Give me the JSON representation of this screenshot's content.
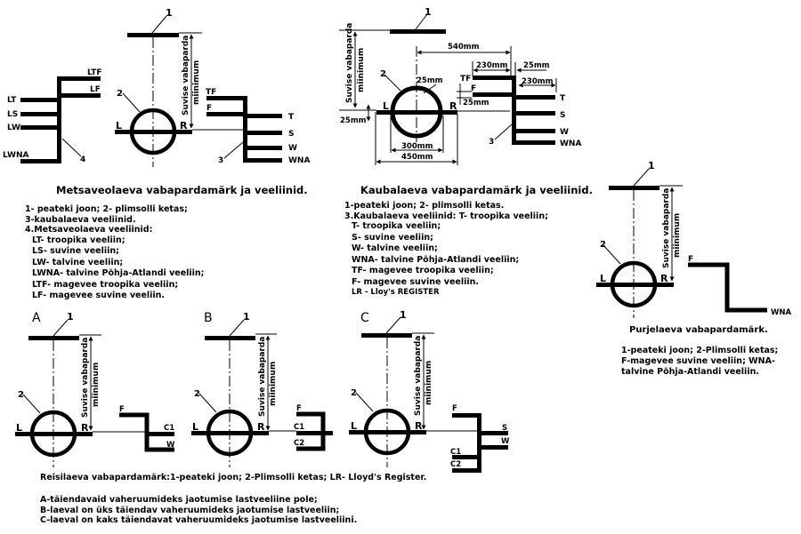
{
  "diagrams": {
    "metsaveo": {
      "top_label": "1",
      "disc_label": "2",
      "left_letter": "L",
      "right_letter": "R",
      "freeboard_line1": "Suvise vabaparda",
      "freeboard_line2": "miinimum",
      "ladder_left_labels": [
        "LTF",
        "LF",
        "LT",
        "LS",
        "LW",
        "LWNA"
      ],
      "ladder_left_number": "4",
      "ladder_right_labels": [
        "TF",
        "F",
        "T",
        "S",
        "W",
        "WNA"
      ],
      "ladder_right_number": "3"
    },
    "kauba": {
      "top_label": "1",
      "disc_label": "2",
      "left_letter": "L",
      "right_letter": "R",
      "freeboard_line1": "Suvise vabaparda",
      "freeboard_line2": "miinimum",
      "dims": {
        "d540": "540mm",
        "d230a": "230mm",
        "d25a": "25mm",
        "d230b": "230mm",
        "d25disc": "25mm",
        "d25f": "25mm",
        "d25left": "25mm",
        "d300": "300mm",
        "d450": "450mm"
      },
      "ladder_labels": [
        "TF",
        "F",
        "T",
        "S",
        "W",
        "WNA"
      ],
      "ladder_number": "3"
    },
    "purje": {
      "top_label": "1",
      "disc_label": "2",
      "left_letter": "L",
      "right_letter": "R",
      "freeboard_line1": "Suvise vabaparda",
      "freeboard_line2": "miinimum",
      "labels": [
        "F",
        "WNA"
      ]
    },
    "reisi": [
      {
        "letter": "A",
        "top_label": "1",
        "disc_label": "2",
        "left_letter": "L",
        "right_letter": "R",
        "freeboard_line1": "Suvise vabaparda",
        "freeboard_line2": "miinimum",
        "labels": [
          "F",
          "C1",
          "W"
        ]
      },
      {
        "letter": "B",
        "top_label": "1",
        "disc_label": "2",
        "left_letter": "L",
        "right_letter": "R",
        "freeboard_line1": "Suvise vabaparda",
        "freeboard_line2": "miinimum",
        "labels": [
          "F",
          "C1",
          "C2"
        ]
      },
      {
        "letter": "C",
        "top_label": "1",
        "disc_label": "2",
        "left_letter": "L",
        "right_letter": "R",
        "freeboard_line1": "Suvise vabaparda",
        "freeboard_line2": "miinimum",
        "labels": [
          "F",
          "S",
          "W",
          "C1",
          "C2"
        ]
      }
    ]
  },
  "captions": {
    "metsaveo": {
      "title": "Metsaveolaeva vabapardamärk ja veeliinid.",
      "lines": [
        "1- peateki joon; 2- plimsolli ketas;",
        "3-kaubalaeva veeliinid.",
        "4.Metsaveolaeva veeliinid:",
        "LT- troopika veeliin;",
        "LS- suvine veeliin;",
        "LW- talvine veeliin;",
        "LWNA- talvine Põhja-Atlandi veeliin;",
        "LTF- magevee troopika veeliin;",
        "LF- magevee suvine veeliin."
      ]
    },
    "kauba": {
      "title": "Kaubalaeva vabapardamärk ja veeliinid.",
      "lines": [
        "1-peateki joon; 2- plimsolli ketas.",
        "3.Kaubalaeva veeliinid: T- troopika veeliin;",
        "T- troopika veeliin;",
        "S- suvine veeliin;",
        "W- talvine veeliin;",
        "WNA- talvine Põhja-Atlandi  veeliin;",
        "TF- magevee troopika veeliin;",
        "F- magevee suvine veeliin.",
        "LR - Lloy's REGISTER"
      ]
    },
    "purje": {
      "title": "Purjelaeva vabapardamärk.",
      "lines": [
        "1-peateki joon; 2-Plimsolli ketas;",
        "F-magevee suvine veeliin; WNA-",
        "talvine Põhja-Atlandi veeliin."
      ]
    },
    "reisi": {
      "title": "Reisilaeva vabapardamärk:1-peateki joon; 2-Plimsolli ketas; LR- Lloyd's Register.",
      "lines": [
        "A-täiendavaid vaheruumideks jaotumise lastveeliine pole;",
        "B-laeval on üks täiendav vaheruumideks jaotumise lastveeliin;",
        "C-laeval on kaks täiendavat  vaheruumideks jaotumise lastveeliini."
      ]
    }
  }
}
